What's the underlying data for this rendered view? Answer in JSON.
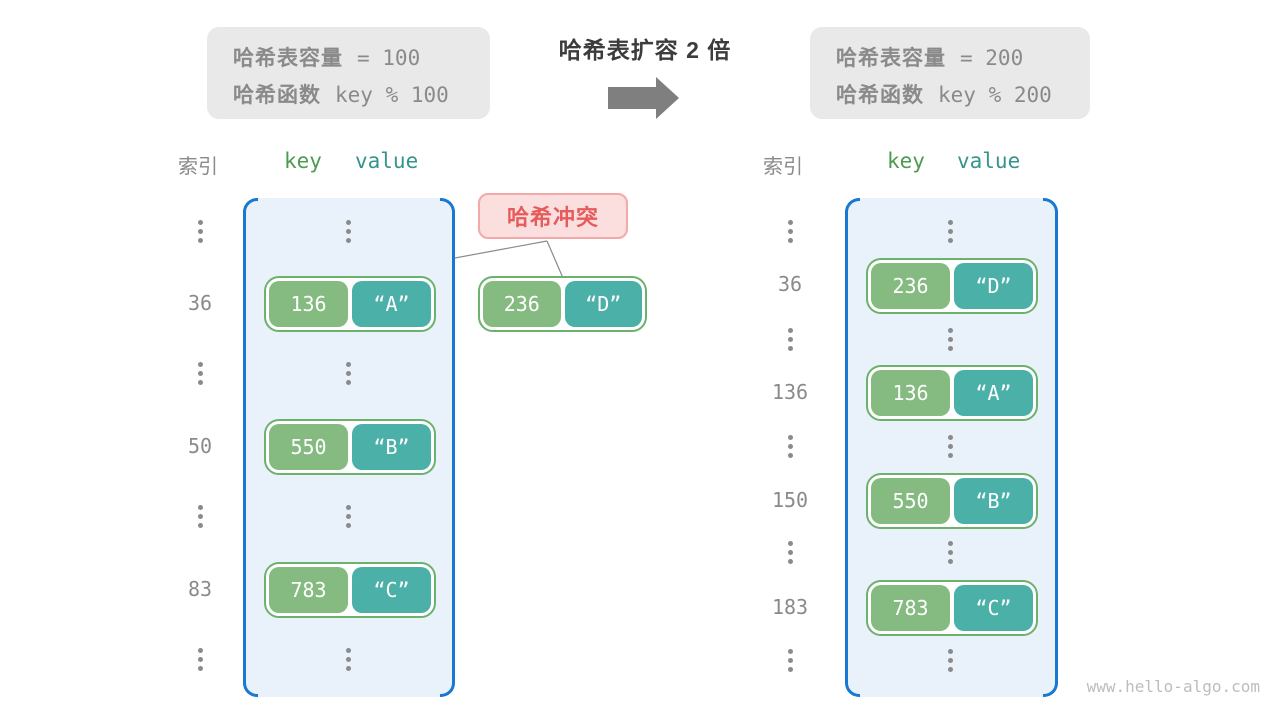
{
  "left_header": {
    "capacity_label": "哈希表容量",
    "capacity_value": "= 100",
    "function_label": "哈希函数",
    "function_value": "key % 100"
  },
  "right_header": {
    "capacity_label": "哈希表容量",
    "capacity_value": "= 200",
    "function_label": "哈希函数",
    "function_value": "key % 200"
  },
  "transition": {
    "title": "哈希表扩容 2 倍"
  },
  "columns": {
    "index_label": "索引",
    "key_label": "key",
    "value_label": "value"
  },
  "collision": {
    "label": "哈希冲突",
    "pair": {
      "key": "236",
      "value": "“D”"
    }
  },
  "left_table": {
    "rows": [
      {
        "index": "36",
        "key": "136",
        "value": "“A”"
      },
      {
        "index": "50",
        "key": "550",
        "value": "“B”"
      },
      {
        "index": "83",
        "key": "783",
        "value": "“C”"
      }
    ]
  },
  "right_table": {
    "rows": [
      {
        "index": "36",
        "key": "236",
        "value": "“D”"
      },
      {
        "index": "136",
        "key": "136",
        "value": "“A”"
      },
      {
        "index": "150",
        "key": "550",
        "value": "“B”"
      },
      {
        "index": "183",
        "key": "783",
        "value": "“C”"
      }
    ]
  },
  "watermark": "www.hello-algo.com",
  "colors": {
    "infobox_bg": "#e9e9e9",
    "gray_text": "#8a8a8a",
    "title_color": "#3c3c3c",
    "arrow_gray": "#7f7f7f",
    "key_header_green": "#4c9b50",
    "value_header_teal": "#35948c",
    "table_fill": "#e9f2fb",
    "bracket_blue": "#1878d2",
    "pair_border": "#6cb26c",
    "key_green": "#85ba80",
    "value_teal": "#4bb0a8",
    "collision_red": "#e65c5c",
    "collision_bg": "#fbdede",
    "collision_border": "#f3a9a9",
    "connector_gray": "#8a8a8a",
    "watermark_gray": "#bdbdbd"
  }
}
